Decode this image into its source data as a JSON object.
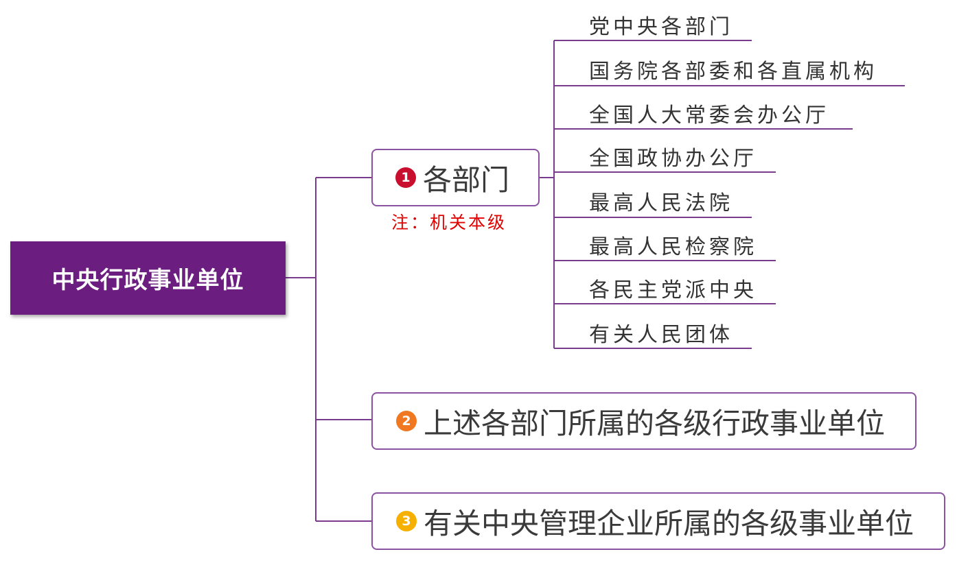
{
  "root": {
    "label": "中央行政事业单位"
  },
  "branches": [
    {
      "number": "1",
      "label": "各部门",
      "badge_color": "#c8102e",
      "note": "注：机关本级"
    },
    {
      "number": "2",
      "label": "上述各部门所属的各级行政事业单位",
      "badge_color": "#f07820"
    },
    {
      "number": "3",
      "label": "有关中央管理企业所属的各级事业单位",
      "badge_color": "#f5b000"
    }
  ],
  "leaves": [
    "党中央各部门",
    "国务院各部委和各直属机构",
    "全国人大常委会办公厅",
    "全国政协办公厅",
    "最高人民法院",
    "最高人民检察院",
    "各民主党派中央",
    "有关人民团体"
  ],
  "colors": {
    "accent": "#6c1d80",
    "line": "#7a3b8f",
    "note": "#e00000"
  }
}
